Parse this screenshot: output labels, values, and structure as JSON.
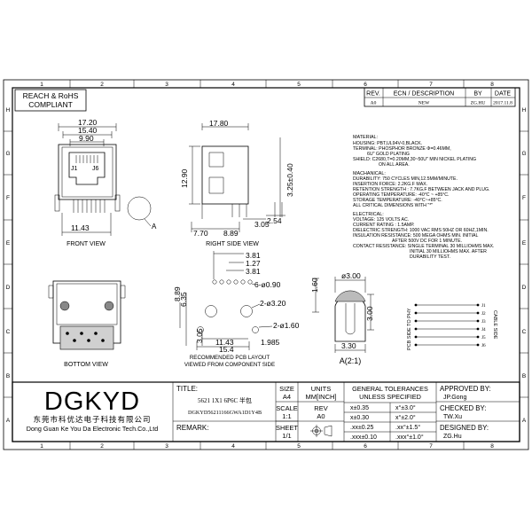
{
  "border": {
    "columns": [
      "1",
      "2",
      "3",
      "4",
      "5",
      "6",
      "7",
      "8"
    ],
    "rows": [
      "H",
      "G",
      "F",
      "E",
      "D",
      "C",
      "B",
      "A"
    ]
  },
  "compliance": "REACH & RoHS COMPLIANT",
  "revision_table": {
    "headers": [
      "REV.",
      "ECN / DESCRIPTION",
      "BY",
      "DATE"
    ],
    "row": [
      "A0",
      "NEW",
      "ZG.HU",
      "2017.11.8"
    ]
  },
  "views": {
    "front": "FRONT VIEW",
    "right": "RIGHT SIDE VIEW",
    "bottom": "BOTTOM VIEW",
    "pcb": [
      "RECOMMENDED PCB LAYOUT",
      "VIEWED FROM COMPONENT SIDE"
    ],
    "detail": "A(2:1)",
    "detail_ref": "A"
  },
  "dimensions": {
    "front": [
      "17.20",
      "15.40",
      "9.90",
      "11.43"
    ],
    "front_labels": [
      "J1",
      "J6"
    ],
    "side": [
      "17.80",
      "12.90",
      "3.25±0.40",
      "7.70",
      "8.89",
      "3.05",
      "2.54"
    ],
    "pcb": [
      "3.81",
      "1.27",
      "3.81",
      "8.89",
      "6.35",
      "6-ø0.90",
      "2-ø3.20",
      "2-ø1.60",
      "3.05",
      "11.43",
      "1.985",
      "15.4"
    ],
    "detail": [
      "ø3.00",
      "1.60",
      "3.00",
      "3.30"
    ]
  },
  "pin_labels": [
    "J1",
    "J2",
    "J3",
    "J4",
    "J5",
    "J6"
  ],
  "pcb_side_label": "PCB SIDE TO PHY",
  "cable_side_label": "CABLE SIDE",
  "specs": {
    "material_title": "MATERIAL:",
    "material": [
      "HOUSING: PBT,UL94V-0,BLACK.",
      "TERMINAL: PHOSPHOR BRONZE Φ=0.46MM,",
      "6U\" GOLD PLATING",
      "SHIELD: C2680,T=0.20MM,30~50U\" MIN NICKEL PLATING",
      "ON ALL AREA."
    ],
    "mechanical_title": "MACHANICAL:",
    "mechanical": [
      "DURABILITY: 750 CYCLES MIN,12.5MM/MINUTE.",
      "INSERTION FORCE: 2.2KG.F MAX.",
      "RETENTION STRENGTH : 7.7KG.F BETWEEN JACK AND PLUG.",
      "OPERATING TEMPERATURE: -40°C ~ +85°C.",
      "STORAGE TEMPERATURE: -40°C~+85°C.",
      "ALL CRITICAL DIMENSIONS WITH \"*\""
    ],
    "electrical_title": "ELECTRICAL:",
    "electrical": [
      "VOLTAGE: 125 VOLTS AC.",
      "CURRENT RATING : 1.5AMP.",
      "DIELECTRIC STRENGTH: 1000 VAC RMS 50HZ OR 60HZ,1MIN.",
      "INSULATION RESISTANCE: 500 MEGA OHMS MIN. INITIAL",
      "AFTER 500V DC FOR 1 MINUTE.",
      "CONTACT RESISTANCE: SINGLE TERMINAL 30 MILLIOHMS MAX.",
      "INITIAL 30 MILLIOHMS MAX. AFTER",
      "DURABILITY TEST."
    ]
  },
  "title_block": {
    "logo": "DGKYD",
    "company_cn": "东莞市科优达电子科技有限公司",
    "company_en": "Dong Guan Ke You Da Electronic Tech.Co.,Ltd",
    "title_label": "TITLE:",
    "title_value": "5621 1X1 6P6C 半包",
    "part_no": "DGKYD56211166GWA1D1Y4B",
    "remark_label": "REMARK:",
    "size_label": "SIZE",
    "size_value": "A4",
    "scale_label": "SCALE",
    "scale_value": "1:1",
    "sheet_label": "SHEET",
    "sheet_value": "1/1",
    "units_label": "UNITS",
    "units_value": "MM[INCH]",
    "rev_label": "REV",
    "rev_value": "A0",
    "tol_header": [
      "GENERAL TOLERANCES",
      "UNLESS SPECIFIED"
    ],
    "tolerances": [
      [
        "x±0.35",
        "x°±3.0°"
      ],
      [
        "x±0.30",
        "x°±2.0°"
      ],
      [
        ".xx±0.25",
        ".xx°±1.5°"
      ],
      [
        ".xxx±0.10",
        ".xxx°±1.0°"
      ]
    ],
    "approved_label": "APPROVED BY:",
    "approved_value": "JP.Gong",
    "checked_label": "CHECKED BY:",
    "checked_value": "TW.Xu",
    "designed_label": "DESIGNED BY:",
    "designed_value": "ZG.Hu"
  }
}
